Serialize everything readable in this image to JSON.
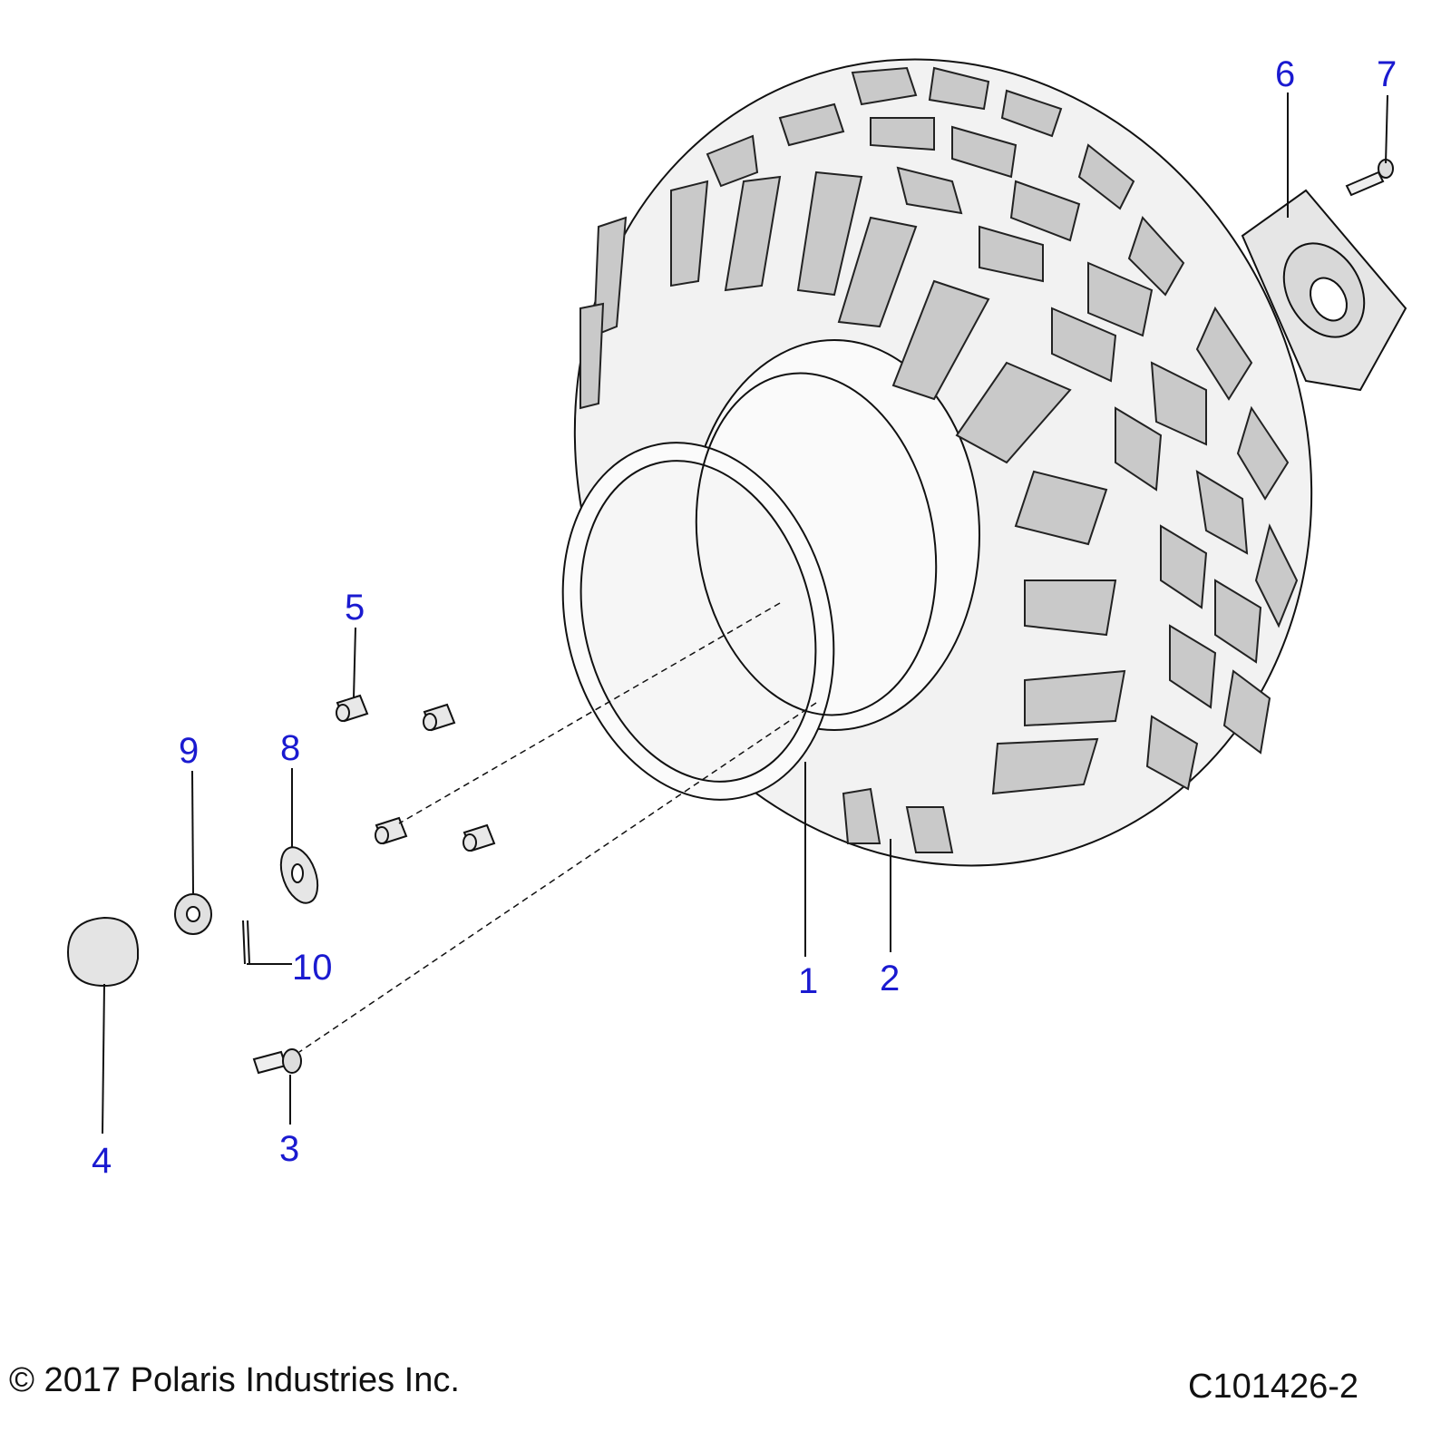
{
  "diagram": {
    "callouts": [
      {
        "id": "1",
        "part": "wheel-rim"
      },
      {
        "id": "2",
        "part": "tire"
      },
      {
        "id": "3",
        "part": "valve-stem"
      },
      {
        "id": "4",
        "part": "hub-cap"
      },
      {
        "id": "5",
        "part": "lug-nut"
      },
      {
        "id": "6",
        "part": "wheel-hub"
      },
      {
        "id": "7",
        "part": "wheel-stud"
      },
      {
        "id": "8",
        "part": "washer"
      },
      {
        "id": "9",
        "part": "castle-nut"
      },
      {
        "id": "10",
        "part": "cotter-pin"
      }
    ],
    "callout_color": "#1a1ad0"
  },
  "footer": {
    "copyright": "© 2017 Polaris Industries Inc.",
    "drawing_number": "C101426-2"
  }
}
